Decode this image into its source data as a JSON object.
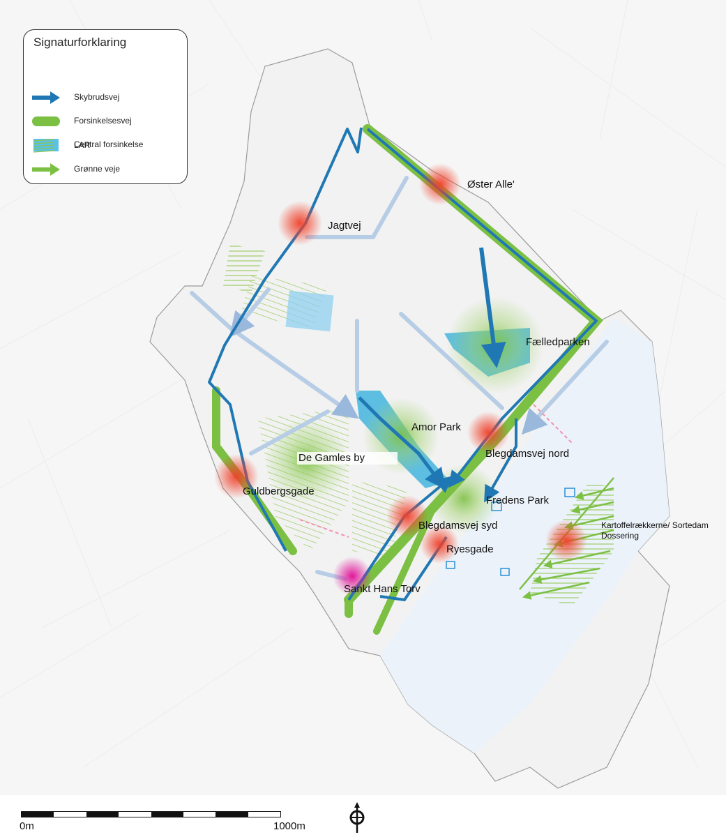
{
  "legend": {
    "title": "Signaturforklaring",
    "items": [
      {
        "label": "Skybrudsvej",
        "symbol": "blue-arrow-icon",
        "color": "#1f78b4"
      },
      {
        "label": "Forsinkelsesvej",
        "symbol": "green-bar-icon",
        "color": "#7cc043"
      },
      {
        "label": "Central forsinkelse",
        "symbol": "blue-rect-icon",
        "color": "#5bc2e7"
      },
      {
        "label": "LAR",
        "symbol": "hatch-icon",
        "color": "#8bc34a"
      },
      {
        "label": "Grønne veje",
        "symbol": "green-arrow-icon",
        "color": "#7cc043"
      }
    ]
  },
  "places": {
    "oster_alle": "Øster Alle'",
    "jagtvej": "Jagtvej",
    "faelledparken": "Fælledparken",
    "amor_park": "Amor Park",
    "blegdamsvej_nord": "Blegdamsvej nord",
    "de_gamles_by": "De Gamles by",
    "guldbergsgade": "Guldbergsgade",
    "fredens_park": "Fredens Park",
    "blegdamsvej_syd": "Blegdamsvej syd",
    "ryesgade": "Ryesgade",
    "kartoffelraekkerne": "Kartoffelrækkerne/ Sortedam Dossering",
    "sankt_hans_torv": "Sankt Hans Torv"
  },
  "scale": {
    "start": "0m",
    "end": "1000m"
  },
  "colors": {
    "skybrud": "#1f78b4",
    "forsinkelse": "#7cc043",
    "central": "#5bc2e7",
    "hotspot": "#f0402a",
    "hotspot_magenta": "#e0189a",
    "faint_blue": "#b7cde6"
  }
}
